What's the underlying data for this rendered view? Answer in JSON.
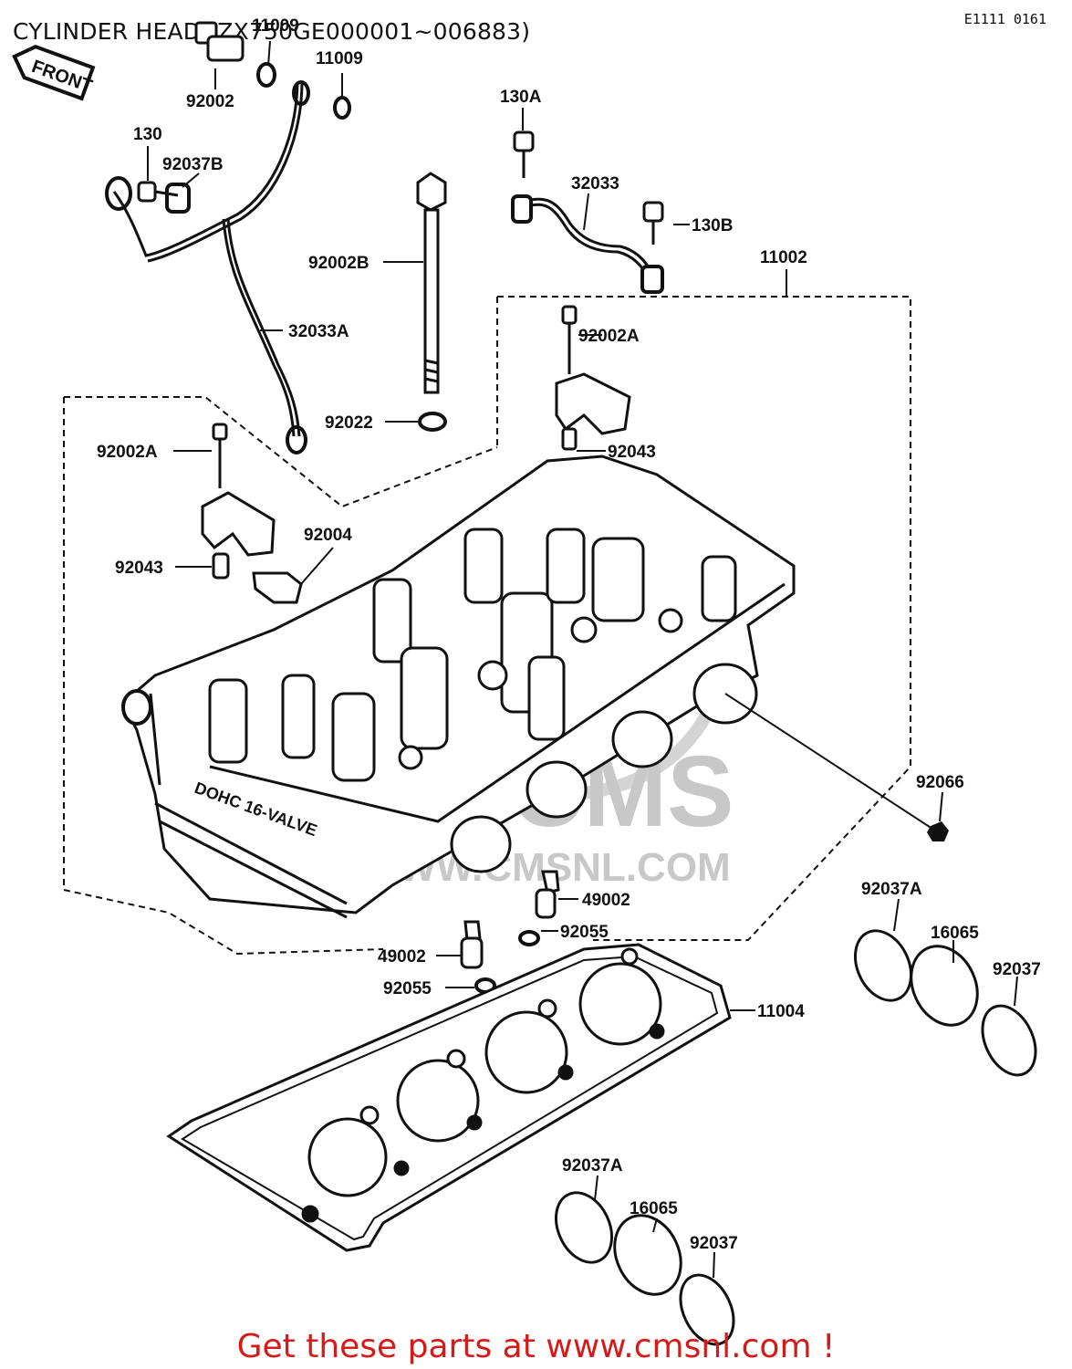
{
  "diagram": {
    "title": "CYLINDER HEAD (ZX750GE000001~006883)",
    "diagram_code": "E1111 0161",
    "front_arrow": "FRONT",
    "watermark_site": "WWW.CMSNL.COM",
    "watermark_brand": "CMS",
    "footer": "Get these parts at www.cmsnl.com !",
    "footer_color": "#d61a1a",
    "parts": {
      "p11009a": "11009",
      "p11009b": "11009",
      "p92002": "92002",
      "p130": "130",
      "p92037B": "92037B",
      "p130A": "130A",
      "p32033": "32033",
      "p130B": "130B",
      "p11002": "11002",
      "p92002B": "92002B",
      "p32033A": "32033A",
      "p92002A_top": "92002A",
      "p92022": "92022",
      "p92043_top": "92043",
      "p92002A_left": "92002A",
      "p92004": "92004",
      "p92043_left": "92043",
      "p92066": "92066",
      "p49002a": "49002",
      "p92055a": "92055",
      "p49002b": "49002",
      "p92055b": "92055",
      "p11004": "11004",
      "p92037A_a": "92037A",
      "p16065_a": "16065",
      "p92037_a": "92037",
      "p92037A_b": "92037A",
      "p16065_b": "16065",
      "p92037_b": "92037"
    }
  }
}
